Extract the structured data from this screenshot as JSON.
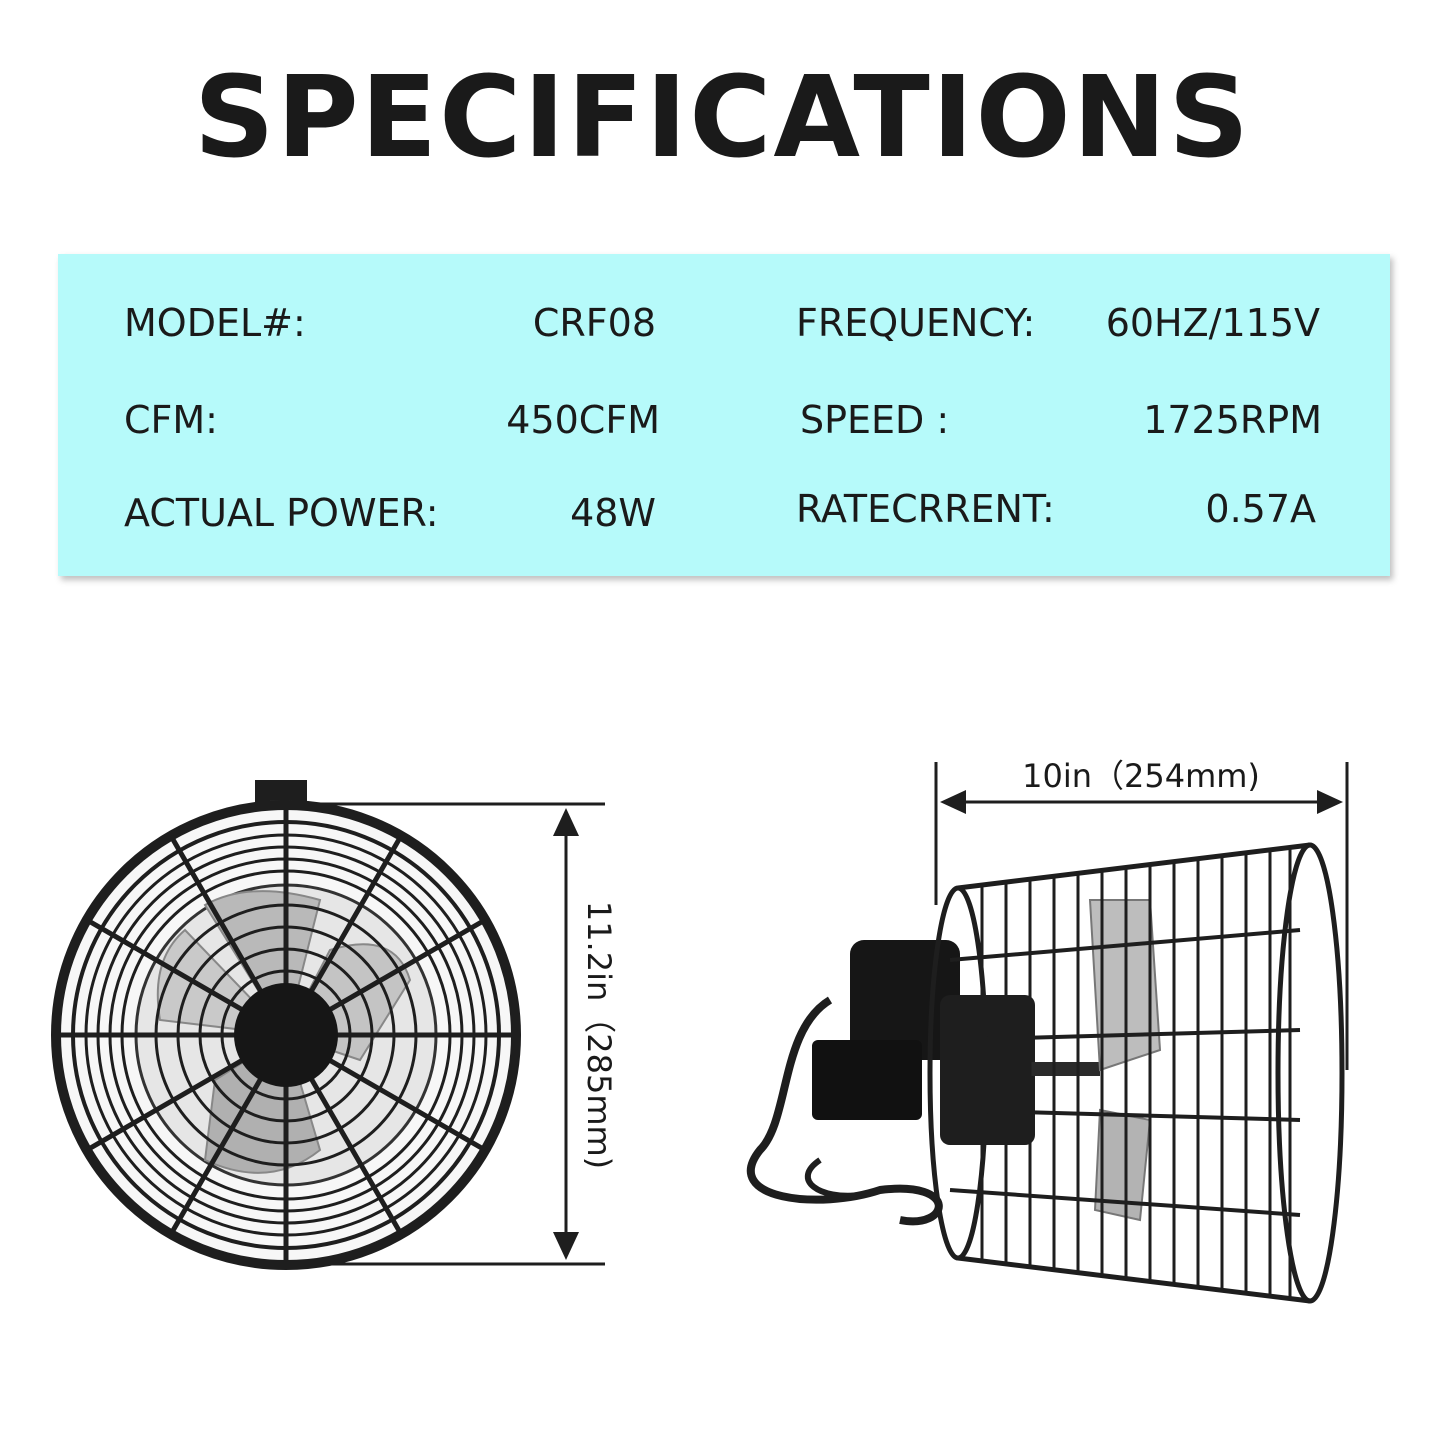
{
  "title": "SPECIFICATIONS",
  "colors": {
    "panel": "#b6fafa",
    "text": "#1a1a1a",
    "fan": "#1e1e1e",
    "blade": "#b9b9b9"
  },
  "specs": {
    "model_label": "MODEL#:",
    "model_value": "CRF08",
    "cfm_label": "CFM:",
    "cfm_value": "450CFM",
    "power_label": "ACTUAL POWER:",
    "power_value": "48W",
    "frequency_label": "FREQUENCY:",
    "frequency_value": "60HZ/115V",
    "speed_label": "SPEED :",
    "speed_value": "1725RPM",
    "current_label": "RATECRRENT:",
    "current_value": "0.57A"
  },
  "dimensions": {
    "height": "11.2in（285mm)",
    "width": "10in（254mm)"
  },
  "icons": [
    "fan-front-view-image",
    "fan-side-view-image"
  ]
}
